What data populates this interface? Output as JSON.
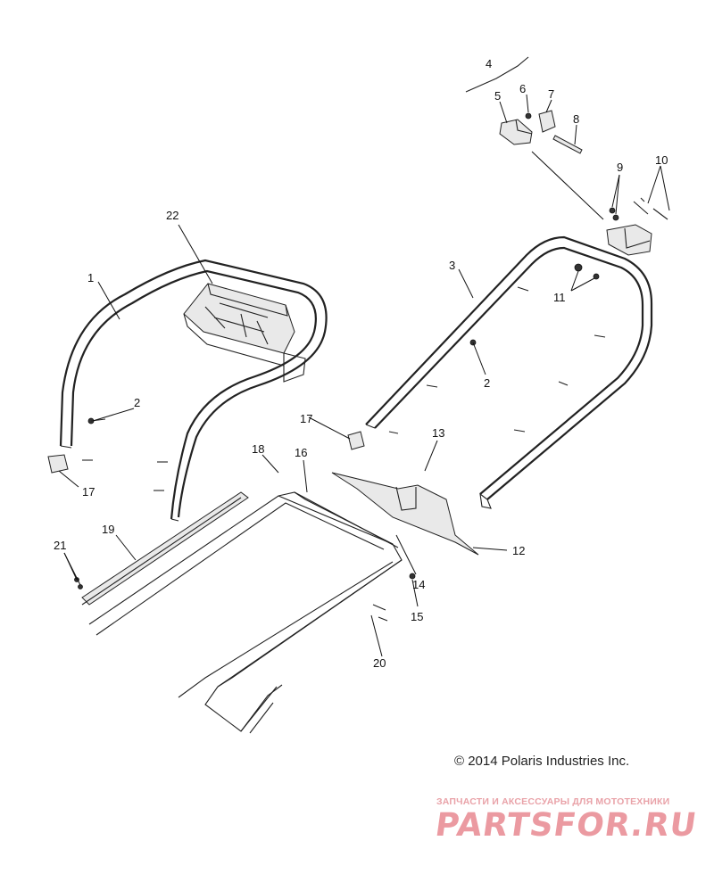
{
  "callouts": [
    {
      "id": "c1",
      "text": "1"
    },
    {
      "id": "c2a",
      "text": "2"
    },
    {
      "id": "c2b",
      "text": "2"
    },
    {
      "id": "c3",
      "text": "3"
    },
    {
      "id": "c4",
      "text": "4"
    },
    {
      "id": "c5",
      "text": "5"
    },
    {
      "id": "c6",
      "text": "6"
    },
    {
      "id": "c7",
      "text": "7"
    },
    {
      "id": "c8",
      "text": "8"
    },
    {
      "id": "c9",
      "text": "9"
    },
    {
      "id": "c10",
      "text": "10"
    },
    {
      "id": "c11",
      "text": "11"
    },
    {
      "id": "c12",
      "text": "12"
    },
    {
      "id": "c13",
      "text": "13"
    },
    {
      "id": "c14",
      "text": "14"
    },
    {
      "id": "c15",
      "text": "15"
    },
    {
      "id": "c16",
      "text": "16"
    },
    {
      "id": "c17a",
      "text": "17"
    },
    {
      "id": "c17b",
      "text": "17"
    },
    {
      "id": "c18",
      "text": "18"
    },
    {
      "id": "c19",
      "text": "19"
    },
    {
      "id": "c20",
      "text": "20"
    },
    {
      "id": "c21",
      "text": "21"
    },
    {
      "id": "c22",
      "text": "22"
    }
  ],
  "copyright": "© 2014 Polaris Industries Inc.",
  "watermark": {
    "tagline": "ЗАПЧАСТИ И АКСЕССУАРЫ ДЛЯ МОТОТЕХНИКИ",
    "brand": "PARTSFOR.RU",
    "color": "#eb9aa1"
  }
}
